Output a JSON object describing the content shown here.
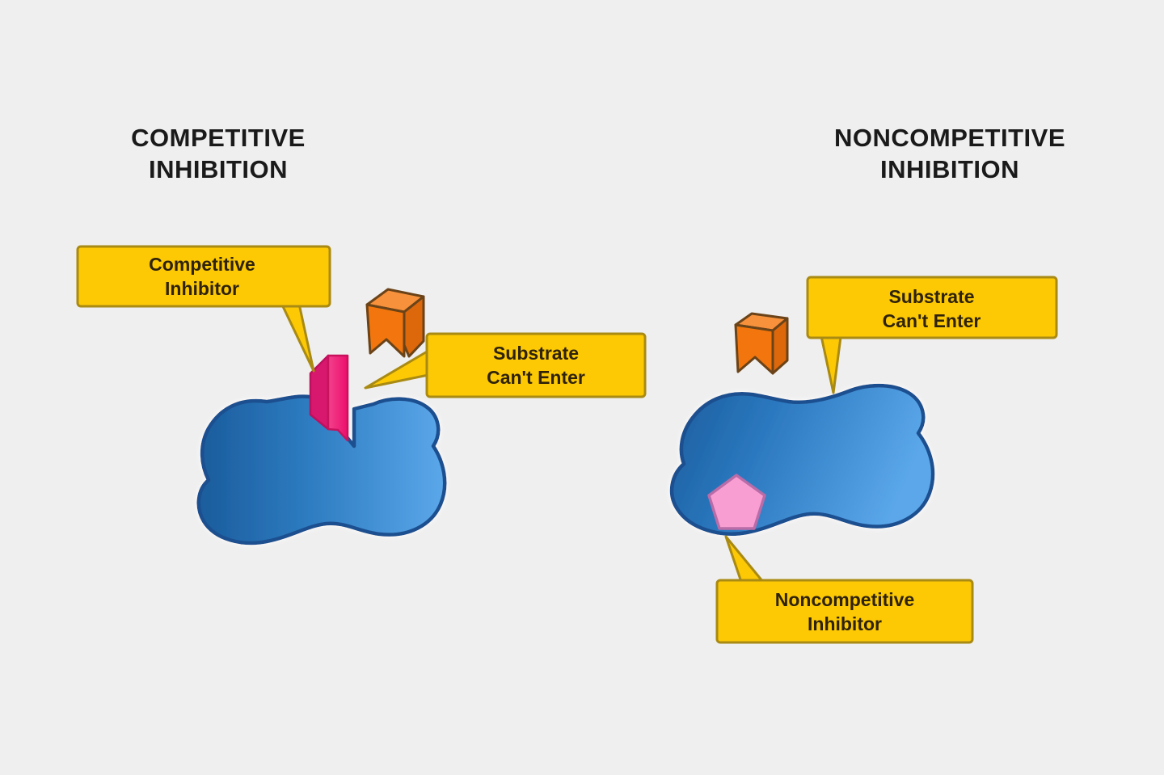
{
  "background_color": "#f0efef",
  "panels": [
    {
      "id": "competitive",
      "title": "COMPETITIVE\nINHIBITION",
      "title_line1": "COMPETITIVE",
      "title_line2": "INHIBITION"
    },
    {
      "id": "noncompetitive",
      "title": "NONCOMPETITIVE\nINHIBITION",
      "title_line1": "NONCOMPETITIVE",
      "title_line2": "INHIBITION"
    }
  ],
  "callouts": {
    "competitive_inhibitor": {
      "line1": "Competitive",
      "line2": "Inhibitor"
    },
    "substrate_left": {
      "line1": "Substrate",
      "line2": "Can't Enter"
    },
    "substrate_right": {
      "line1": "Substrate",
      "line2": "Can't Enter"
    },
    "noncompetitive_inhibitor": {
      "line1": "Noncompetitive",
      "line2": "Inhibitor"
    }
  },
  "colors": {
    "callout_fill": "#fdc905",
    "callout_border": "#a98a12",
    "callout_text": "#2e2208",
    "title_text": "#1a1a1a",
    "enzyme_dark_blue": "#18609f",
    "enzyme_light_blue": "#5ba7ea",
    "enzyme_outline": "#1b4f8f",
    "substrate_orange": "#f2760d",
    "substrate_orange_light": "#f58a2a",
    "substrate_orange_dark": "#d8620a",
    "substrate_outline": "#6b4318",
    "competitive_inhibitor_pink": "#f0247c",
    "competitive_inhibitor_pink_dark": "#d01464",
    "noncompetitive_inhibitor_pink": "#f99ed2",
    "noncompetitive_inhibitor_outline": "#c95fa3"
  },
  "shapes": {
    "enzyme_left": {
      "name": "enzyme-blob",
      "label": "Enzyme"
    },
    "enzyme_right": {
      "name": "enzyme-blob",
      "label": "Enzyme"
    },
    "substrate_left": {
      "name": "substrate-block",
      "label": "Substrate"
    },
    "substrate_right": {
      "name": "substrate-block",
      "label": "Substrate"
    },
    "competitive_inhibitor_shape": {
      "name": "competitive-inhibitor-wedge",
      "label": "Competitive Inhibitor"
    },
    "noncompetitive_inhibitor_shape": {
      "name": "noncompetitive-inhibitor-pentagon",
      "label": "Noncompetitive Inhibitor"
    }
  }
}
